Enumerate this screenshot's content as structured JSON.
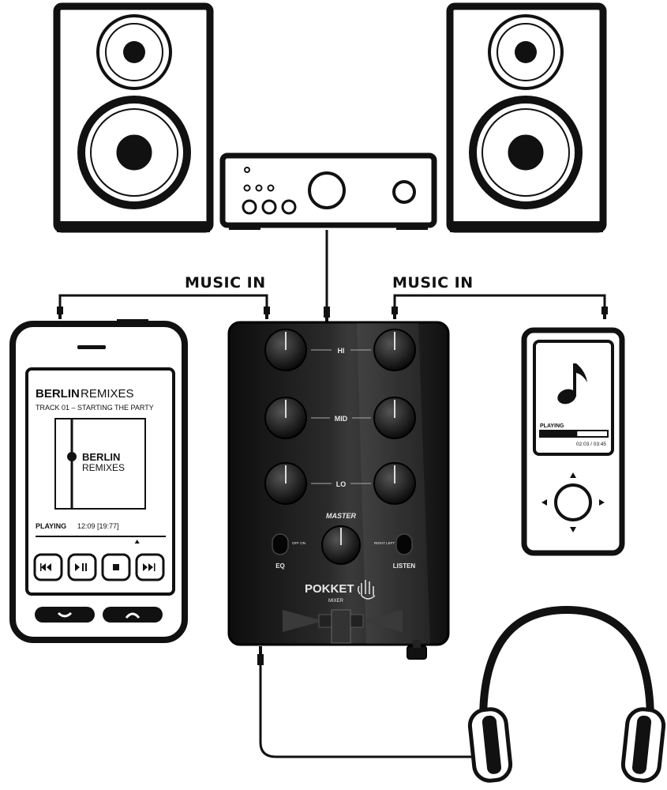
{
  "labels": {
    "music_in_left": "MUSIC IN",
    "music_in_right": "MUSIC IN"
  },
  "phone": {
    "album_title_bold": "BERLIN",
    "album_title_light": "REMIXES",
    "track": "TRACK 01 – STARTING THE PARTY",
    "cover_line1": "BERLIN",
    "cover_line2": "REMIXES",
    "status": "PLAYING",
    "time": "12:09 [19:77]",
    "playback_progress": 0.78,
    "controls": [
      "rewind-icon",
      "play-pause-icon",
      "stop-icon",
      "fast-forward-icon"
    ]
  },
  "mp3_player": {
    "status": "PLAYING",
    "time": "02:03 / 03:45",
    "progress": 0.55,
    "icon": "music-note-icon"
  },
  "mixer": {
    "eq_labels": [
      "HI",
      "MID",
      "LO"
    ],
    "master_label": "MASTER",
    "eq_button_label": "EQ",
    "eq_button_sub": "OFF ON",
    "listen_label": "LISTEN",
    "listen_sub": "RIGHT LEFT",
    "brand": "POKKET",
    "brand_sub": "MIXER"
  },
  "colors": {
    "mixer_body": "#1b1b1b",
    "mixer_highlight": "#3a3a3a",
    "line": "#111111"
  }
}
